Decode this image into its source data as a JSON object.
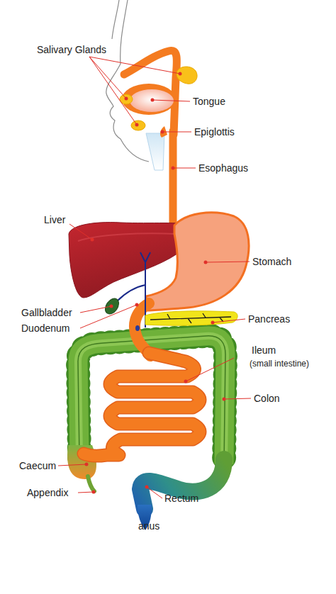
{
  "diagram": {
    "labels": [
      "Salivary Glands",
      "Tongue",
      "Epiglottis",
      "Esophagus",
      "Liver",
      "Stomach",
      "Gallbladder",
      "Duodenum",
      "Pancreas",
      "Ileum",
      "(small intestine)",
      "Colon",
      "Caecum",
      "Appendix",
      "Rectum",
      "anus"
    ]
  }
}
